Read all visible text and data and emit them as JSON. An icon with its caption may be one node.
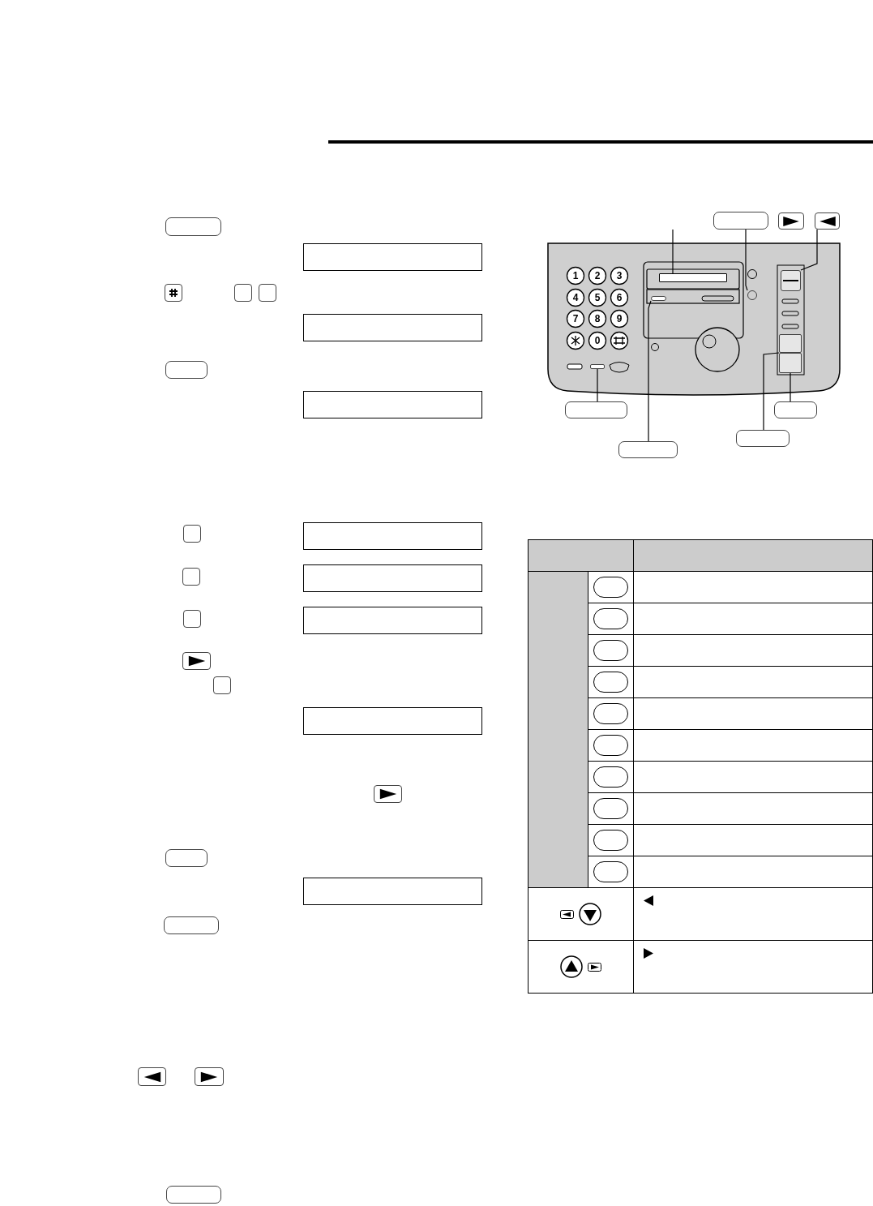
{
  "diagram": {
    "nodes": [
      {
        "text": [],
        "shape": "box"
      },
      {
        "text": [],
        "shape": "box"
      },
      {
        "text": [],
        "shape": "box"
      },
      {
        "text": [],
        "shape": "box"
      },
      {
        "text": [],
        "shape": "circle"
      },
      {
        "text": [],
        "shape": "box"
      },
      {
        "text": [],
        "shape": "box"
      },
      {
        "text": [],
        "shape": "box"
      },
      {
        "text": [],
        "shape": "box"
      },
      {
        "text": [],
        "shape": "box"
      },
      {
        "text": [],
        "shape": "box"
      },
      {
        "text": [],
        "shape": "box"
      },
      {
        "text": [],
        "shape": "box"
      },
      {
        "text": [],
        "shape": "box"
      },
      {
        "text": [],
        "shape": "box"
      },
      {
        "text": [],
        "shape": "box"
      },
      {
        "text": [],
        "shape": "box"
      },
      {
        "text": [],
        "shape": "box"
      },
      {
        "text": [],
        "shape": "box"
      },
      {
        "text": [],
        "shape": "box"
      },
      {
        "text": [],
        "shape": "box"
      },
      {
        "text": [],
        "shape": "box"
      }
    ],
    "edges": [
      {
        "from": null,
        "to": 3,
        "arrow": "none"
      },
      {
        "from": 0,
        "to": 4,
        "arrow": "none"
      },
      {
        "from": 2,
        "to": 5,
        "arrow": "none"
      },
      {
        "from": 10,
        "to": 7,
        "arrow": "none"
      },
      {
        "from": 11,
        "to": 6,
        "arrow": "none"
      },
      {
        "from": 12,
        "to": 8,
        "arrow": "none"
      },
      {
        "from": 13,
        "to": 9,
        "arrow": "none"
      }
    ],
    "labels": [
      "1",
      "2",
      "3",
      "4",
      "5",
      "6",
      "7",
      "8",
      "9",
      "0"
    ]
  }
}
